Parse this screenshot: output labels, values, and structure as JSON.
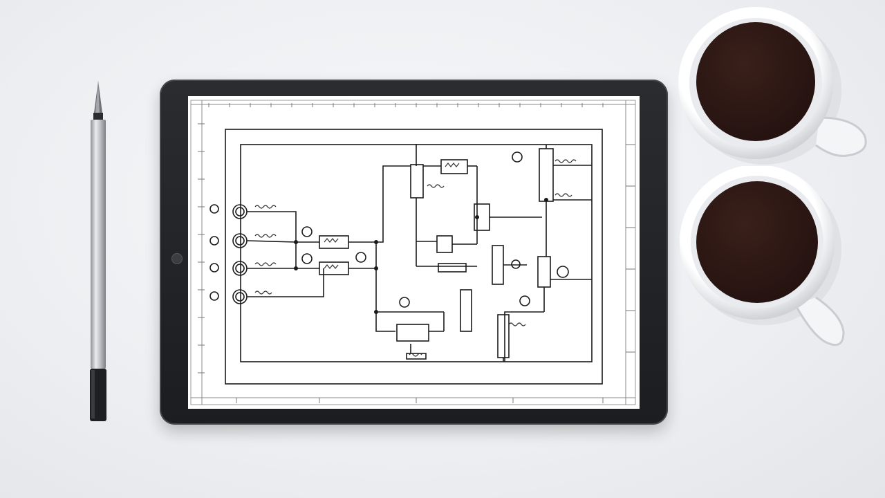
{
  "scene": {
    "objects": [
      {
        "name": "stylus-pen",
        "color": "#b7babe"
      },
      {
        "name": "tablet",
        "color": "#1f2023"
      },
      {
        "name": "coffee-mug",
        "color": "#ffffff"
      },
      {
        "name": "coffee-mug",
        "color": "#ffffff"
      }
    ],
    "coffee_color": "#2e1814",
    "background_color": "#eceef1"
  },
  "drawing": {
    "line_color": "#1a1a1a"
  }
}
